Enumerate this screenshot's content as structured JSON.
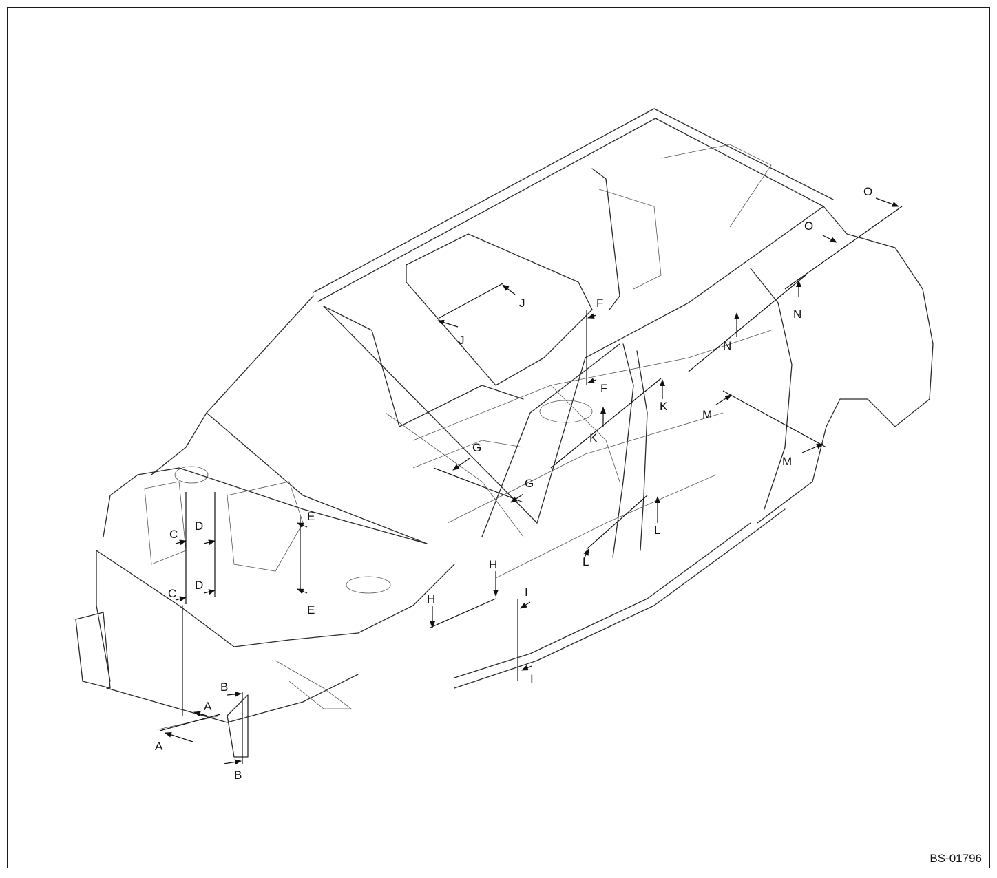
{
  "figure_code": "BS-01796",
  "section_labels": [
    {
      "id": "A1",
      "text": "A"
    },
    {
      "id": "A2",
      "text": "A"
    },
    {
      "id": "B1",
      "text": "B"
    },
    {
      "id": "B2",
      "text": "B"
    },
    {
      "id": "C1",
      "text": "C"
    },
    {
      "id": "C2",
      "text": "C"
    },
    {
      "id": "D1",
      "text": "D"
    },
    {
      "id": "D2",
      "text": "D"
    },
    {
      "id": "E1",
      "text": "E"
    },
    {
      "id": "E2",
      "text": "E"
    },
    {
      "id": "F1",
      "text": "F"
    },
    {
      "id": "F2",
      "text": "F"
    },
    {
      "id": "G1",
      "text": "G"
    },
    {
      "id": "G2",
      "text": "G"
    },
    {
      "id": "H1",
      "text": "H"
    },
    {
      "id": "H2",
      "text": "H"
    },
    {
      "id": "I1",
      "text": "I"
    },
    {
      "id": "I2",
      "text": "I"
    },
    {
      "id": "J1",
      "text": "J"
    },
    {
      "id": "J2",
      "text": "J"
    },
    {
      "id": "K1",
      "text": "K"
    },
    {
      "id": "K2",
      "text": "K"
    },
    {
      "id": "L1",
      "text": "L"
    },
    {
      "id": "L2",
      "text": "L"
    },
    {
      "id": "M1",
      "text": "M"
    },
    {
      "id": "M2",
      "text": "M"
    },
    {
      "id": "N1",
      "text": "N"
    },
    {
      "id": "N2",
      "text": "N"
    },
    {
      "id": "O1",
      "text": "O"
    },
    {
      "id": "O2",
      "text": "O"
    }
  ]
}
